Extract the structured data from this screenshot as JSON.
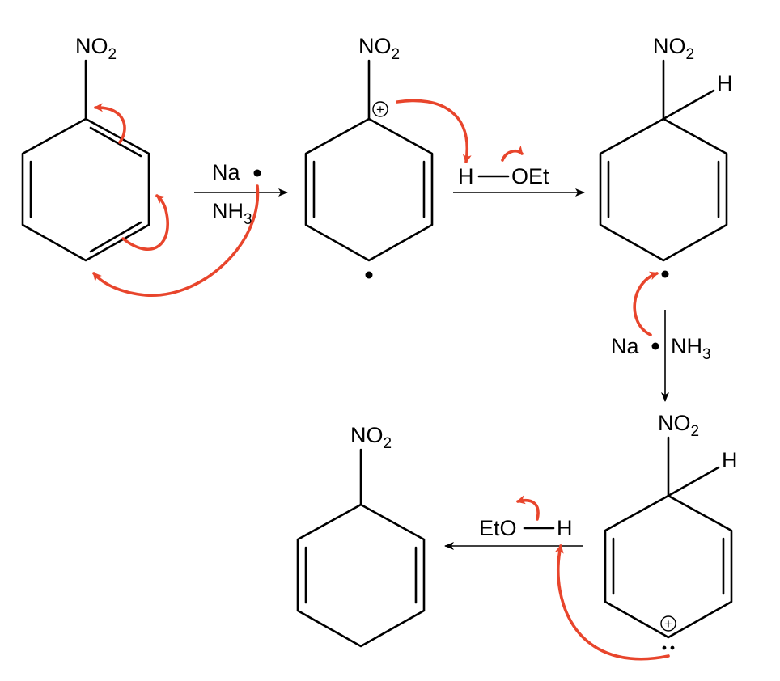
{
  "colors": {
    "ink": "#000000",
    "electron_arrow": "#e8452c",
    "background": "#ffffff"
  },
  "groups": {
    "nitro": "NO",
    "nitro_sub": "2",
    "hydrogen": "H"
  },
  "reagents": {
    "step1_top": "Na",
    "step1_bottom": "NH",
    "step1_bottom_sub": "3",
    "step2_h": "H",
    "step2_oet": "OEt",
    "step3_left": "Na",
    "step3_right": "NH",
    "step3_right_sub": "3",
    "step4_eto": "EtO",
    "step4_h": "H"
  },
  "symbols": {
    "plus": "+"
  }
}
